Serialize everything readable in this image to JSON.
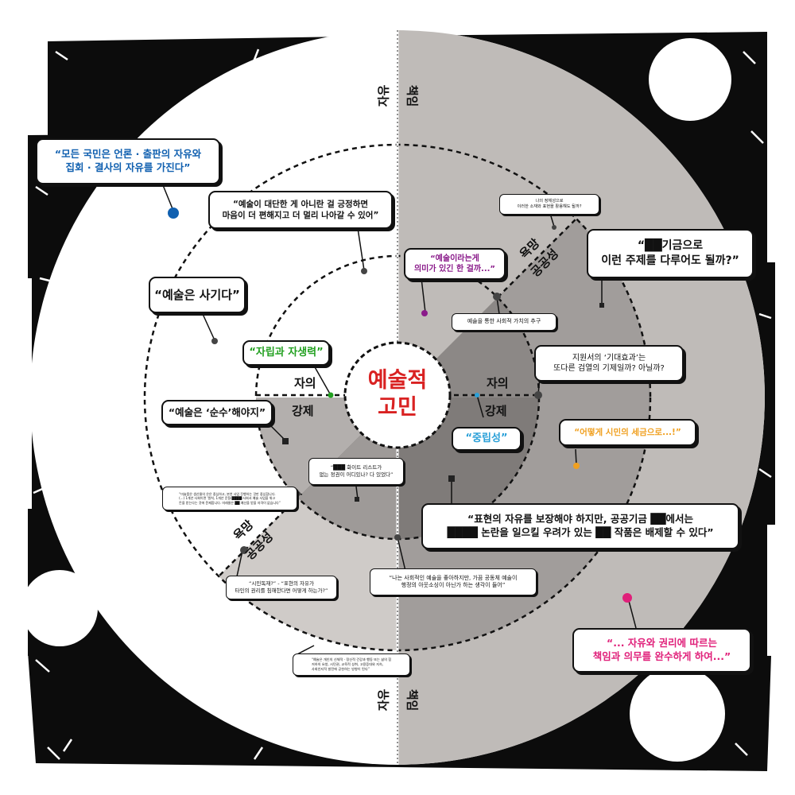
{
  "center_title": "예술적\n고민",
  "colors": {
    "blue": "#1060b0",
    "green": "#22a020",
    "purple": "#8a1a8a",
    "orange": "#f0a020",
    "cyan": "#2aa0d8",
    "magenta": "#e0207a",
    "center_red": "#d92222"
  },
  "axis_labels": {
    "top_left": "자유",
    "top_right": "책임",
    "bottom_left": "자유",
    "bottom_right": "책임",
    "left_inner_top": "자의",
    "left_inner_bottom": "강제",
    "right_inner_top": "자의",
    "right_inner_bottom": "강제",
    "upper_diag_desire": "욕망",
    "upper_diag_public": "공공성",
    "lower_diag_desire": "욕망",
    "lower_diag_public": "공공성"
  },
  "quotes": {
    "constitution": "“모든 국민은 언론 · 출판의 자유와\n집회 · 결사의 자유를 가진다”",
    "great_art": "“예술이 대단한 게  아니란 걸 긍정하면\n마음이 더 편해지고 더 멀리 나아갈 수 있어”",
    "art_is_buying": "“예술은 사기다”",
    "independence": "“자립과 자생력”",
    "pure_art": "“예술은 ‘순수’해야지”",
    "white_list": "“███ 화이트 리스트가\n없는 정권이 어디있나? 다 있었다”",
    "small_left_note": "“미술품은 생산물의 은은 중심하고, 본연 사업 진행하는 것만 중심합니다.\n(...) 1개년 사회이면 '원칙, 1개년 운동(████)사회서 예술 사업을 위고\n돈을 받는다는 것에 문제합니다. 미래물은 ██ 예산을 받을 자격이 없습니다”",
    "dictatorship": "“시민독재?” - “표현의 자유가\n타인의 권리를 침해한다면 어떻게 하는가?”",
    "bottom_small_note": "“예술은 개인의 신체적 · 정신적 건강과 행동 또는 삶의 힘\n저하의 요청, 시민권, 교육적 성취, 고용증대와 지속,\n사회인지적 발전에 공헌하는 방향이 된다”",
    "social_art": "“나는 사회적인 예술을 좋아하지만, 가끔 공동체 예술이\n행정의 아웃소싱이 아닌가 하는 생각이 들어”",
    "my_politics": "나의 정체성으로\n이러한 소재와 표현을 활용해도 될까?",
    "meaning": "“예술이라는게\n의미가 있긴 한 걸까...”",
    "social_value": "예술을 통한 사회적 가치의 추구",
    "fund_topic": "“██기금으로\n이런 주제를 다루어도 될까?”",
    "expected_effect": "지원서의 ‘기대효과’는\n또다른 검열의 기제일까? 아닐까?",
    "taxes": "“어떻게 시민의 세금으로...!”",
    "neutrality": "“중립성”",
    "free_expression": "“표현의 자유를 보장해야 하지만, 공공기금 ██에서는\n████ 논란을 일으킬 우려가 있는 ██ 작품은 배제할 수 있다”",
    "responsibility": "“... 자유와 권리에 따르는\n책임과 의무를 완수하게 하여...”"
  }
}
